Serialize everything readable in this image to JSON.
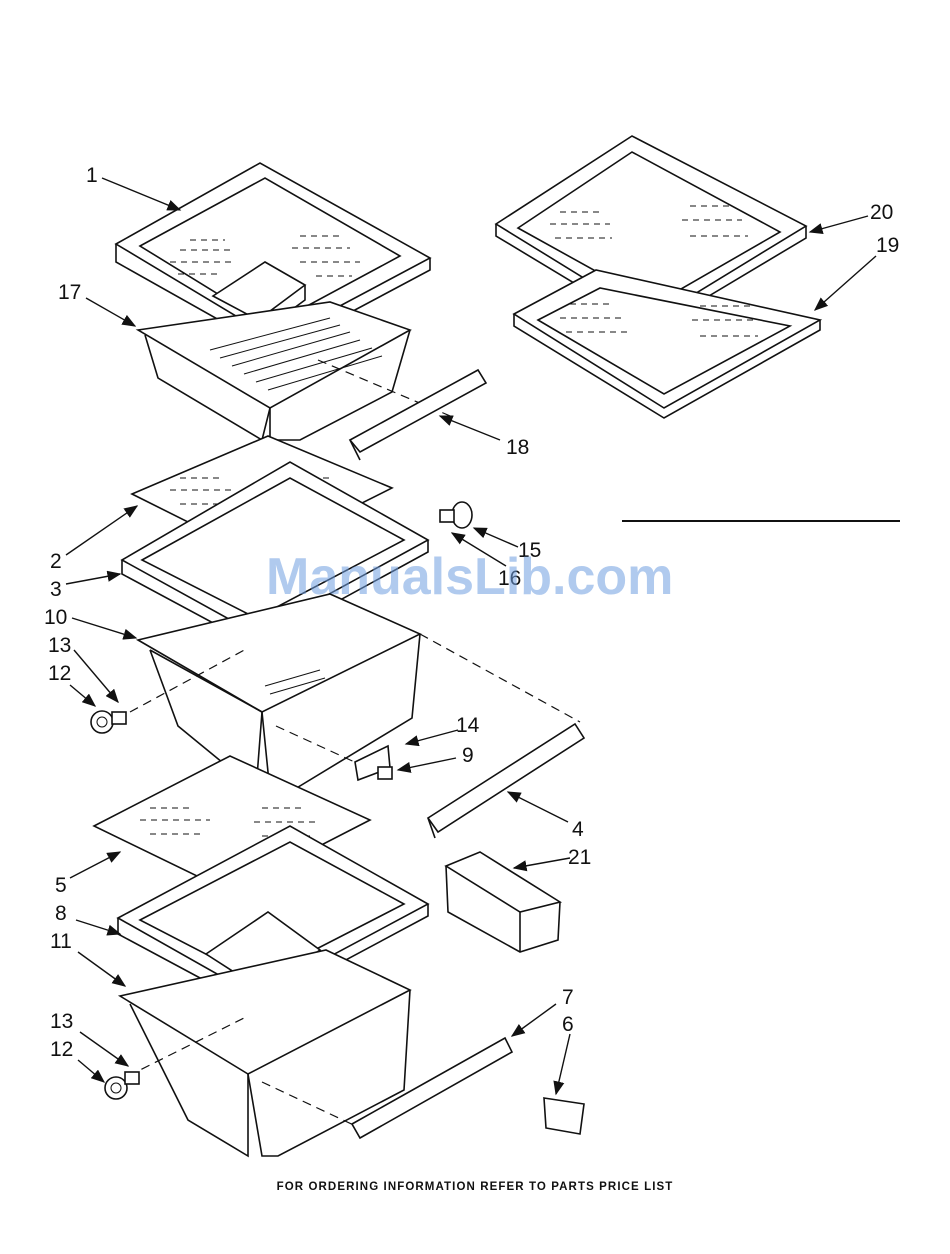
{
  "diagram": {
    "callouts": [
      {
        "id": "c1",
        "label": "1"
      },
      {
        "id": "c2",
        "label": "2"
      },
      {
        "id": "c3",
        "label": "3"
      },
      {
        "id": "c4",
        "label": "4"
      },
      {
        "id": "c5",
        "label": "5"
      },
      {
        "id": "c6",
        "label": "6"
      },
      {
        "id": "c7",
        "label": "7"
      },
      {
        "id": "c8",
        "label": "8"
      },
      {
        "id": "c9",
        "label": "9"
      },
      {
        "id": "c10",
        "label": "10"
      },
      {
        "id": "c11",
        "label": "11"
      },
      {
        "id": "c12a",
        "label": "12"
      },
      {
        "id": "c12b",
        "label": "12"
      },
      {
        "id": "c13a",
        "label": "13"
      },
      {
        "id": "c13b",
        "label": "13"
      },
      {
        "id": "c14",
        "label": "14"
      },
      {
        "id": "c15",
        "label": "15"
      },
      {
        "id": "c16",
        "label": "16"
      },
      {
        "id": "c17",
        "label": "17"
      },
      {
        "id": "c18",
        "label": "18"
      },
      {
        "id": "c19",
        "label": "19"
      },
      {
        "id": "c20",
        "label": "20"
      },
      {
        "id": "c21",
        "label": "21"
      }
    ],
    "watermark": "ManualsLib.com",
    "footer": "FOR ORDERING INFORMATION REFER TO PARTS PRICE LIST"
  }
}
